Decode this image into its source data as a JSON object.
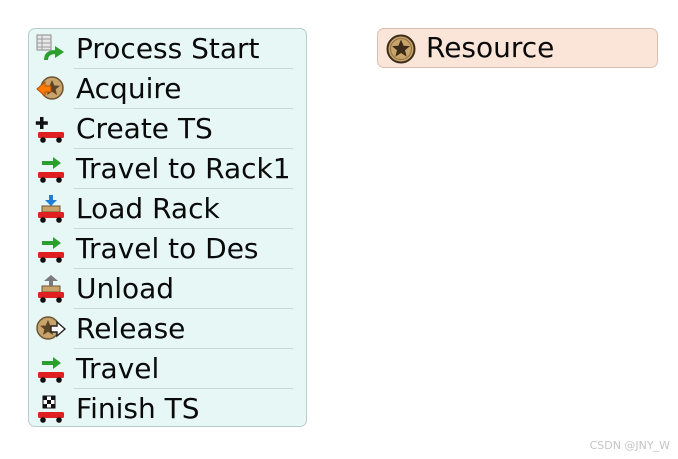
{
  "process_flow": {
    "steps": [
      {
        "label": "Process Start",
        "icon": "process-start-icon"
      },
      {
        "label": "Acquire",
        "icon": "acquire-resource-icon"
      },
      {
        "label": "Create TS",
        "icon": "create-task-sequence-icon"
      },
      {
        "label": "Travel to Rack1",
        "icon": "travel-icon"
      },
      {
        "label": "Load Rack",
        "icon": "load-icon"
      },
      {
        "label": "Travel to Des",
        "icon": "travel-icon"
      },
      {
        "label": "Unload",
        "icon": "unload-icon"
      },
      {
        "label": "Release",
        "icon": "release-resource-icon"
      },
      {
        "label": "Travel",
        "icon": "travel-icon"
      },
      {
        "label": "Finish TS",
        "icon": "finish-task-sequence-icon"
      }
    ]
  },
  "resource": {
    "label": "Resource",
    "icon": "resource-star-icon"
  },
  "watermark": "CSDN @JNY_W",
  "colors": {
    "process_panel_bg": "#e6f7f6",
    "resource_panel_bg": "#fbe5d9",
    "cart_red": "#e02020",
    "arrow_green": "#2ca02c",
    "arrow_orange": "#ff7a00",
    "load_blue": "#1e7fd8",
    "badge_tan": "#c9a46a"
  }
}
